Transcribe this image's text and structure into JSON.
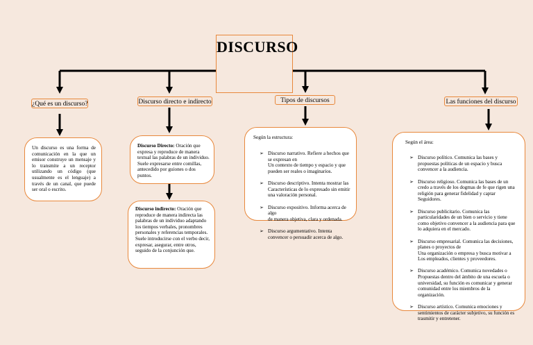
{
  "title": "DISCURSO",
  "headers": {
    "que_es": "¿Qué es un discurso?",
    "directo_indirecto": "Discurso directo e indirecto",
    "tipos": "Tipos de discursos",
    "funciones": "Las funciones del discurso"
  },
  "que_es_box": {
    "text": "Un discurso es una forma de comunicación en la que un emisor construye un mensaje y lo transmite a un receptor utilizando un código (que usualmente es el lenguaje) a través de un canal, que puede ser oral o escrito."
  },
  "directo_box": {
    "term": "Discurso Directo:",
    "text": " Oración que expresa y reproduce de manera textual las palabras de un individuo. Suele expresarse entre comillas, antecedido por guiones o dos puntos."
  },
  "indirecto_box": {
    "term": "Discurso indirecto:",
    "text": " Oración que reproduce de manera indirecta las palabras de un individuo adaptando los tiempos verbales, pronombres personales y referencias temporales. Suele introducirse con el verbo decir, expresar, asegurar, entre otros, seguido de la conjunción que."
  },
  "tipos_box": {
    "intro": "Según la estructura:",
    "items": [
      "Discurso narrativo. Refiere a hechos que se expresan en\nUn contexto de tiempo y espacio y que pueden ser reales o imaginarios.",
      "Discurso descriptivo. Intenta mostrar las Características de lo expresado sin emitir una valoración personal.",
      "Discurso expositivo. Informa acerca de algo\n de manera objetiva, clara y ordenada.",
      "Discurso argumentativo. Intenta convencer o persuadir acerca de algo."
    ]
  },
  "funciones_box": {
    "intro": "Según el área:",
    "items": [
      "Discurso político. Comunica las bases y propuestas políticas de un espacio y busca convencer a la audiencia.",
      "Discurso religioso. Comunica las bases de un credo a través de los dogmas de fe que rigen una religión para generar fidelidad y captar Seguidores.",
      "Discurso publicitario. Comunica las particularidades de un bien o servicio y tiene como objetivo convencer a la audiencia para que lo adquiera en el mercado.",
      "Discurso empresarial. Comunica las decisiones, planes o proyectos de\nUna organización o empresa y busca motivar a Los empleados, clientes y proveedores.",
      "Discurso académico. Comunica novedades o Propuestas dentro del ámbito de una escuela o universidad, su función es comunicar y generar comunidad entre los miembros de la organización.",
      "Discurso artístico. Comunica emociones y sentimientos de carácter subjetivo, su función es trasmitir y entretener."
    ]
  }
}
